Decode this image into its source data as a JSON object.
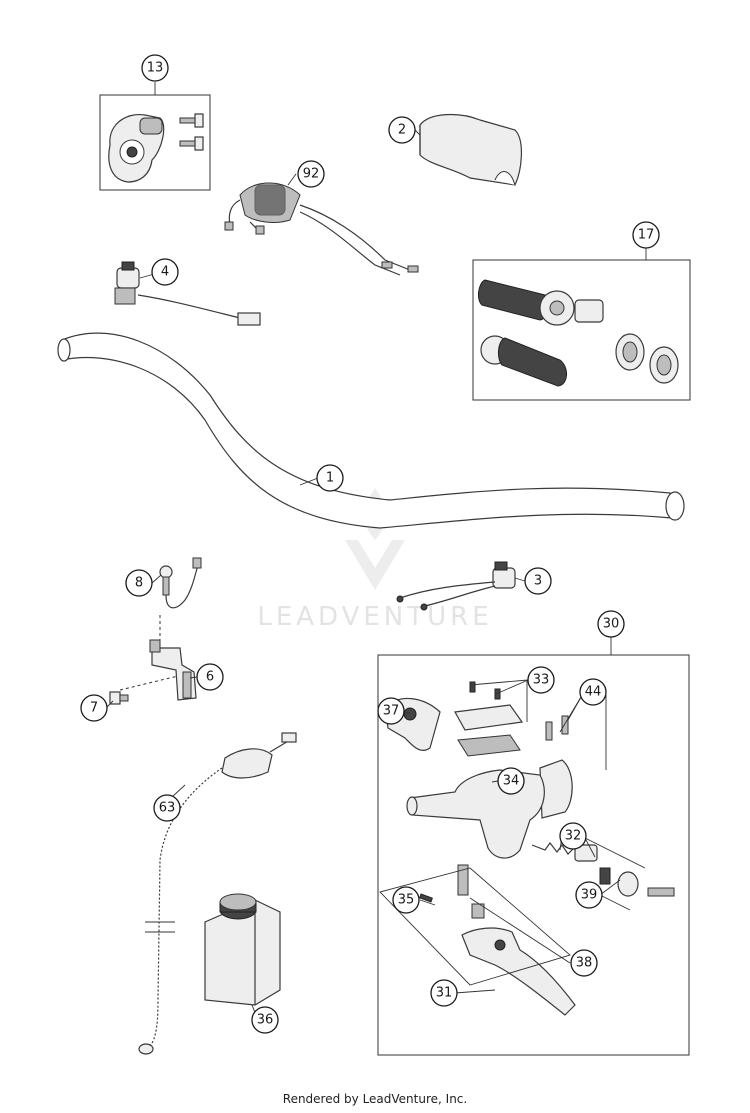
{
  "callouts": {
    "c13": "13",
    "c2": "2",
    "c92": "92",
    "c17": "17",
    "c4": "4",
    "c1": "1",
    "c8": "8",
    "c3": "3",
    "c6": "6",
    "c7": "7",
    "c30": "30",
    "c33": "33",
    "c44": "44",
    "c37": "37",
    "c34": "34",
    "c63": "63",
    "c32": "32",
    "c35": "35",
    "c39": "39",
    "c38": "38",
    "c31": "31",
    "c36": "36"
  },
  "watermark": {
    "text": "LEADVENTURE"
  },
  "footer": {
    "credit": "Rendered by LeadVenture, Inc."
  }
}
